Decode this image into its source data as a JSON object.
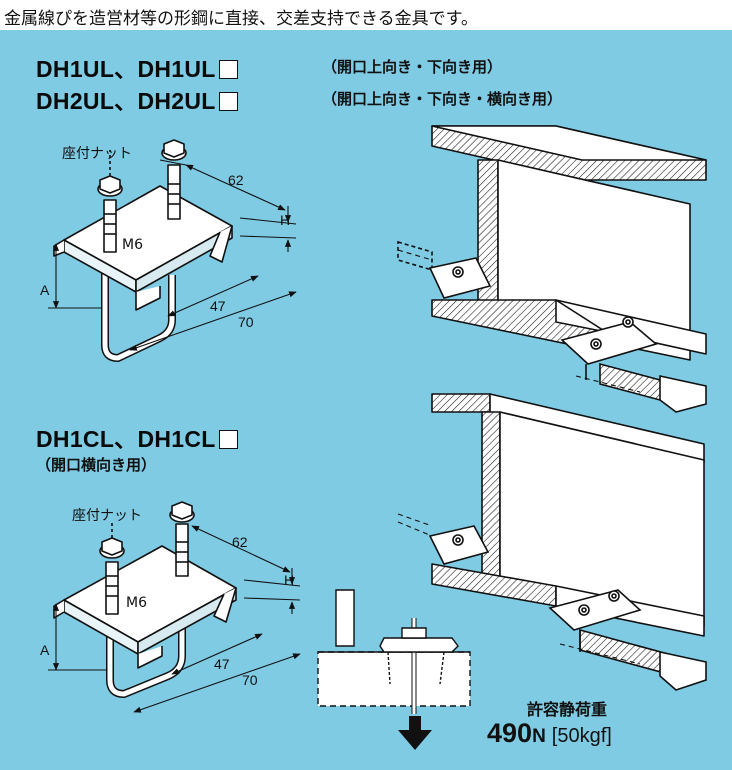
{
  "caption": "金属線ぴを造営材等の形鋼に直接、交差支持できる金具です。",
  "models": {
    "ul_line": "DH1UL、DH1UL",
    "ul_note": "（開口上向き・下向き用）",
    "ul2_line": "DH2UL、DH2UL",
    "ul2_note": "（開口上向き・下向き・横向き用）",
    "cl_line": "DH1CL、DH1CL",
    "cl_note": "（開口横向き用）"
  },
  "upper_fitting": {
    "nut_label": "座付ナット",
    "bolt_label": "M6",
    "dim_62": "62",
    "dim_h": "H",
    "dim_a": "A",
    "dim_47": "47",
    "dim_70": "70"
  },
  "lower_fitting": {
    "nut_label": "座付ナット",
    "bolt_label": "M6",
    "dim_62": "62",
    "dim_h": "H",
    "dim_a": "A",
    "dim_47": "47",
    "dim_70": "70"
  },
  "load": {
    "title": "許容静荷重",
    "value": "490",
    "unit": "N",
    "kgf": "[50kgf]"
  }
}
